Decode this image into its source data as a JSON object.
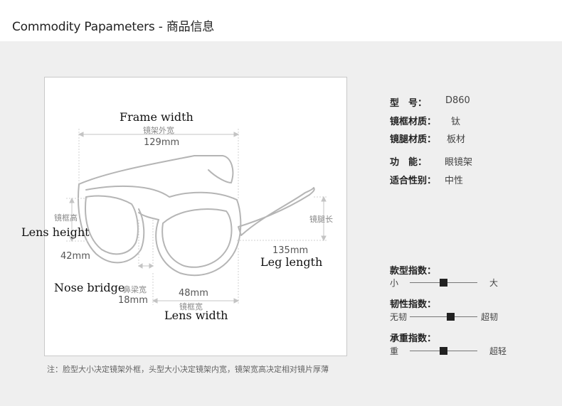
{
  "header": {
    "title": "Commodity Papameters - 商品信息"
  },
  "diagram": {
    "frame_width": {
      "en": "Frame width",
      "cn": "镜架外宽",
      "value": "129mm"
    },
    "lens_height": {
      "en": "Lens height",
      "cn": "镜框高",
      "value": "42mm"
    },
    "leg_length": {
      "en": "Leg length",
      "cn": "镜腿长",
      "value": "135mm"
    },
    "nose_bridge": {
      "en": "Nose bridge",
      "cn": "鼻梁宽",
      "value": "18mm"
    },
    "lens_width": {
      "en": "Lens width",
      "cn": "镜框宽",
      "value": "48mm"
    }
  },
  "note": "注：脸型大小决定镜架外框，头型大小决定镜架内宽，镜架宽高决定相对镜片厚薄",
  "specs": [
    {
      "key": "型　号：",
      "value": "D860"
    },
    {
      "key": "镜框材质：",
      "value": "钛"
    },
    {
      "key": "镜腿材质：",
      "value": "板材"
    },
    {
      "key": "功　能：",
      "value": "眼镜架"
    },
    {
      "key": "适合性别：",
      "value": "中性"
    }
  ],
  "indices": [
    {
      "title": "款型指数：",
      "low": "小",
      "high": "大",
      "level": 0.5
    },
    {
      "title": "韧性指数：",
      "low": "无韧",
      "high": "超韧",
      "level": 0.6
    },
    {
      "title": "承重指数：",
      "low": "重",
      "high": "超轻",
      "level": 0.5
    }
  ],
  "colors": {
    "header_bg": "#ffffff",
    "page_bg": "#efefef",
    "knob": "#222222",
    "frame_stroke": "#b5b5b5"
  }
}
